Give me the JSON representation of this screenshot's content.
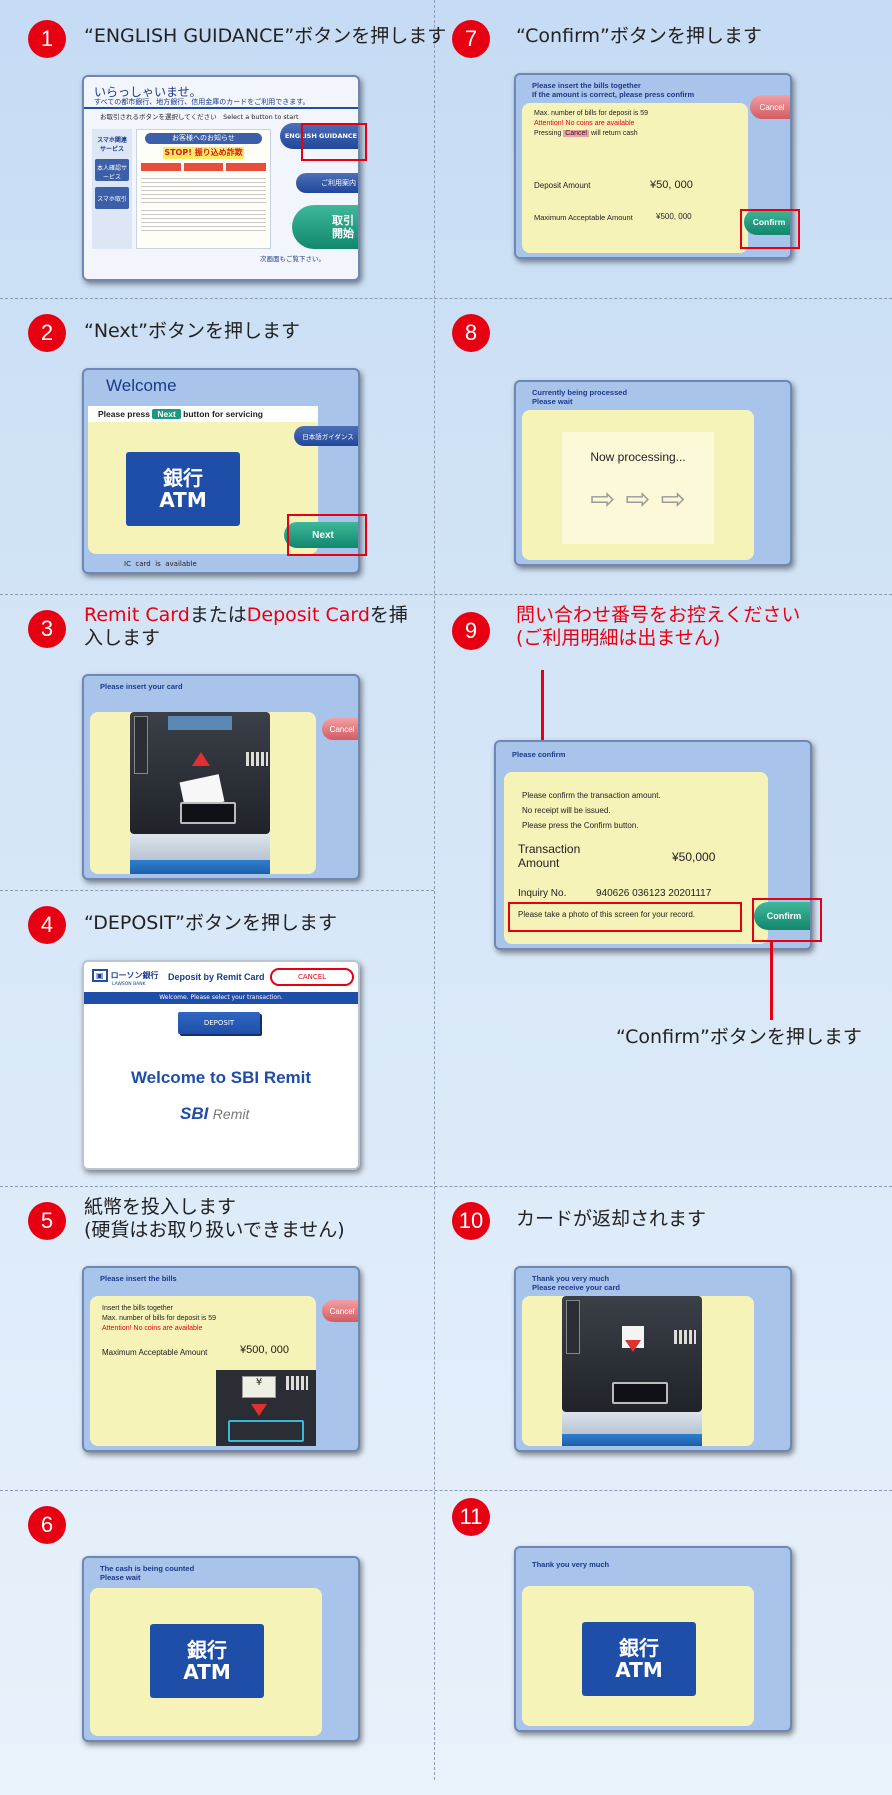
{
  "colors": {
    "accent": "#e60012",
    "atm_blue": "#1f4ea8",
    "screen_bg": "#a9c4ea",
    "pane": "#f6f3b8",
    "green_button": "#1a9a7d"
  },
  "steps": {
    "s1": {
      "num": "1",
      "caption": "“ENGLISH GUIDANCE”ボタンを押します",
      "greeting": "いらっしゃいませ。",
      "subgreeting": "すべての都市銀行、地方銀行、信用金庫のカードをご利用できます。",
      "select": "お取引されるボタンを選択してください　Select a button to start",
      "notice": "お客様へのお知らせ",
      "stop": "STOP! 振り込め詐欺",
      "side1": "スマホ関連サービス",
      "side2": "本人確認サービス",
      "side3": "スマホ取引",
      "english": "ENGLISH GUIDANCE",
      "guide": "ご利用案内",
      "start": "取引開始",
      "next_page": "次画面もご覧下さい。"
    },
    "s2": {
      "num": "2",
      "caption": "“Next”ボタンを押します",
      "welcome": "Welcome",
      "prompt_pre": "Please press",
      "prompt_btn": "Next",
      "prompt_post": "button for servicing",
      "jp_guide": "日本語ガイダンス",
      "logo_top": "銀行",
      "logo_bottom": "ATM",
      "next": "Next",
      "ic": "IC  card  is  available"
    },
    "s3": {
      "num": "3",
      "caption_red1": "Remit Card",
      "caption_mid": "または",
      "caption_red2": "Deposit Card",
      "caption_end": "を挿入します",
      "header": "Please insert your card",
      "cancel": "Cancel"
    },
    "s4": {
      "num": "4",
      "caption": "“DEPOSIT”ボタンを押します",
      "bank": "ローソン銀行",
      "bank_sub": "LAWSON BANK",
      "title": "Deposit by Remit Card",
      "cancel": "CANCEL",
      "welcome_line": "Welcome. Please select your transaction.",
      "deposit": "DEPOSIT",
      "big": "Welcome to SBI Remit",
      "sbi": "SBI",
      "remit": "Remit"
    },
    "s5": {
      "num": "5",
      "caption1": "紙幣を投入します",
      "caption2": "(硬貨はお取り扱いできません)",
      "header": "Please insert the bills",
      "l1": "Insert the bills together",
      "l2": "Max. number of bills for deposit is 59",
      "attention": "Attention! No coins are available",
      "max_label": "Maximum Acceptable Amount",
      "max_value": "¥500, 000",
      "cancel": "Cancel",
      "yen": "¥"
    },
    "s6": {
      "num": "6",
      "h1": "The cash is being counted",
      "h2": "Please wait",
      "logo_top": "銀行",
      "logo_bottom": "ATM"
    },
    "s7": {
      "num": "7",
      "caption": "“Confirm”ボタンを押します",
      "h1": "Please insert the bills together",
      "h2": "If the amount is correct, please press confirm",
      "l1": "Max. number of bills for deposit is 59",
      "attention": "Attention! No coins are available",
      "l3_pre": "Pressing",
      "l3_btn": "Cancel",
      "l3_post": "will return cash",
      "deposit_label": "Deposit Amount",
      "deposit_value": "¥50, 000",
      "max_label": "Maximum Acceptable Amount",
      "max_value": "¥500, 000",
      "cancel": "Cancel",
      "confirm": "Confirm"
    },
    "s8": {
      "num": "8",
      "h1": "Currently being processed",
      "h2": "Please wait",
      "processing": "Now processing..."
    },
    "s9": {
      "num": "9",
      "caption1": "問い合わせ番号をお控えください",
      "caption2": "(ご利用明細は出ません)",
      "header": "Please confirm",
      "l1": "Please confirm the transaction amount.",
      "l2": "No receipt will be issued.",
      "l3": "Please press the Confirm button.",
      "amount_label1": "Transaction",
      "amount_label2": "Amount",
      "amount_value": "¥50,000",
      "inquiry_label": "Inquiry No.",
      "inquiry_value": "940626 036123 20201117",
      "photo": "Please take a photo of this screen for your record.",
      "confirm": "Confirm",
      "note": "“Confirm”ボタンを押します"
    },
    "s10": {
      "num": "10",
      "caption": "カードが返却されます",
      "h1": "Thank you very much",
      "h2": "Please receive your card"
    },
    "s11": {
      "num": "11",
      "h1": "Thank you very much",
      "logo_top": "銀行",
      "logo_bottom": "ATM"
    }
  }
}
